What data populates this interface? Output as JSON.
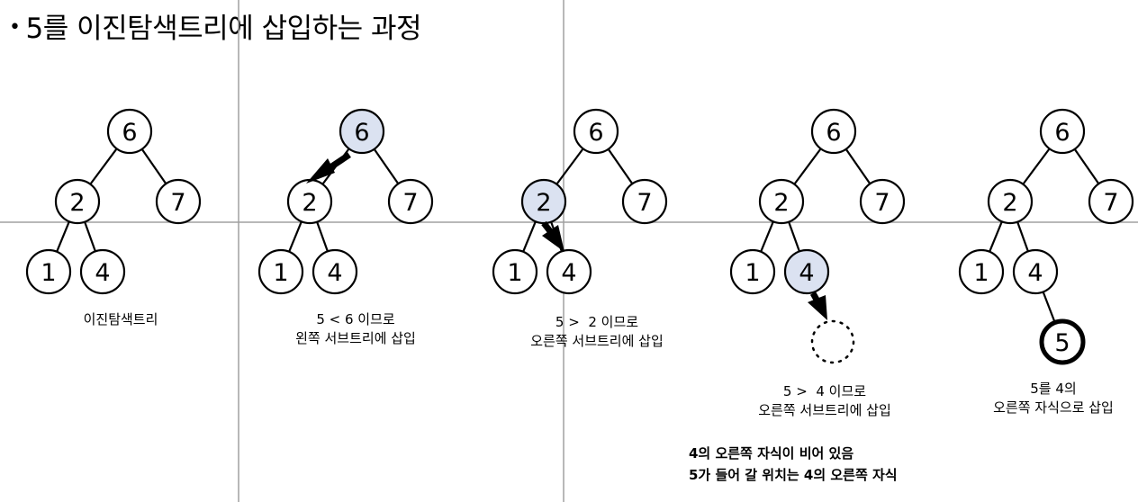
{
  "title": "5를 이진탐색트리에 삽입하는 과정",
  "colors": {
    "highlight": "#dbe2f1",
    "guide_line": "#a0a0a0",
    "edge": "#000000"
  },
  "panels": [
    {
      "caption": [
        "이진탐색트리"
      ]
    },
    {
      "caption": [
        "5 < 6 이므로",
        "왼쪽 서브트리에 삽입"
      ]
    },
    {
      "caption": [
        "5 >  2 이므로",
        "오른쪽 서브트리에 삽입"
      ]
    },
    {
      "caption": [
        "5 >  4 이므로",
        "오른쪽 서브트리에 삽입"
      ]
    },
    {
      "caption": [
        "5를 4의",
        "오른쪽 자식으로 삽입"
      ]
    }
  ],
  "node_values": {
    "root": "6",
    "left": "2",
    "right": "7",
    "left_left": "1",
    "left_right": "4",
    "inserted": "5"
  },
  "note": [
    "4의 오른쪽 자식이 비어 있음",
    "5가 들어 갈 위치는 4의 오른쪽 자식"
  ]
}
